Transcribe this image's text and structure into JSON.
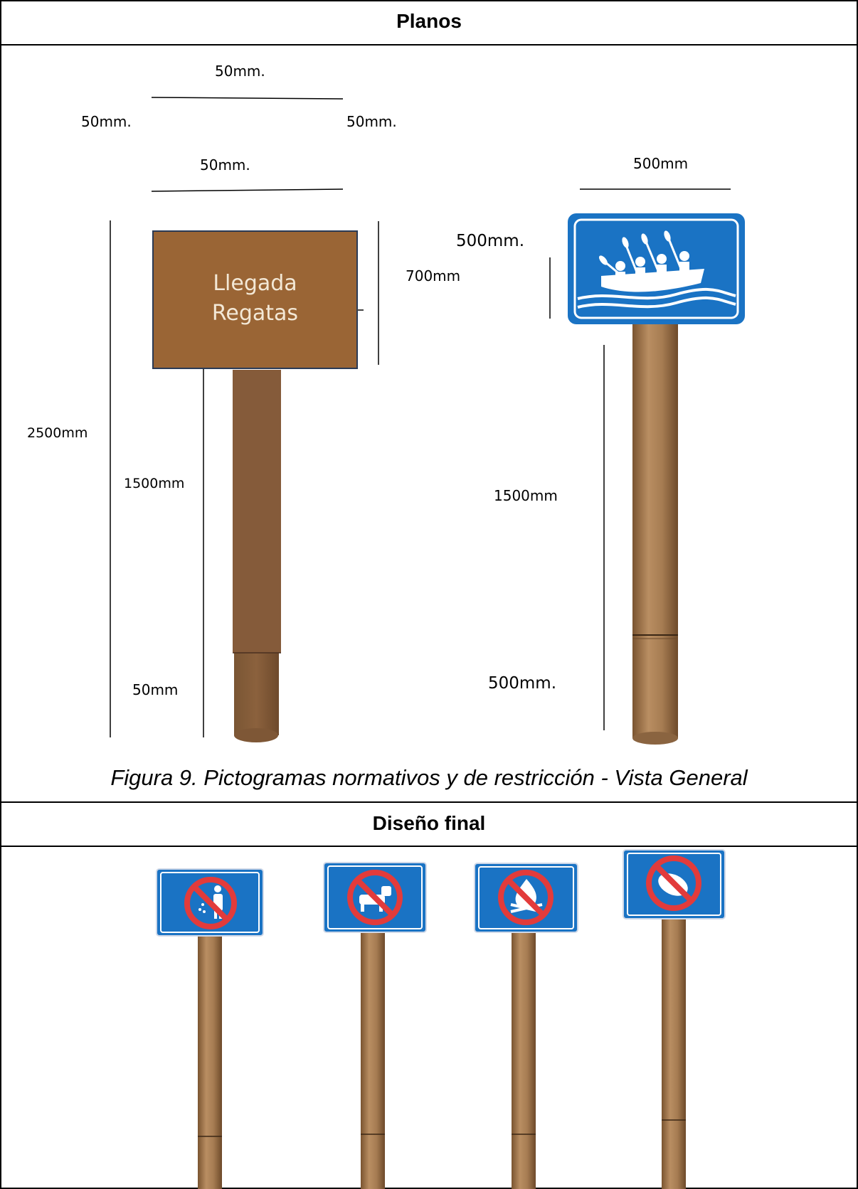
{
  "sections": {
    "planos_title": "Planos",
    "diseno_title": "Diseño final"
  },
  "plan": {
    "left_sign": {
      "text_line1": "Llegada",
      "text_line2": "Regatas",
      "dim_top": "50mm.",
      "dim_left": "50mm.",
      "dim_right": "50mm.",
      "dim_width": "50mm.",
      "dim_height": "700mm",
      "dim_total": "2500mm",
      "dim_post": "1500mm",
      "dim_base": "50mm"
    },
    "right_sign": {
      "pictogram": "rafting-icon",
      "dim_width": "500mm",
      "dim_height": "500mm.",
      "dim_post": "1500mm",
      "dim_base": "500mm."
    }
  },
  "caption": "Figura 9. Pictogramas normativos y de restricción - Vista General",
  "final_signs": [
    {
      "pictogram": "no-littering-icon"
    },
    {
      "pictogram": "no-dogs-icon"
    },
    {
      "pictogram": "no-fire-icon"
    },
    {
      "pictogram": "no-walking-icon"
    }
  ],
  "colors": {
    "sign_blue": "#1a73c4",
    "brown_board": "#9a6535",
    "prohibition_red": "#e23b3b",
    "post_wood": "#a67c52"
  }
}
